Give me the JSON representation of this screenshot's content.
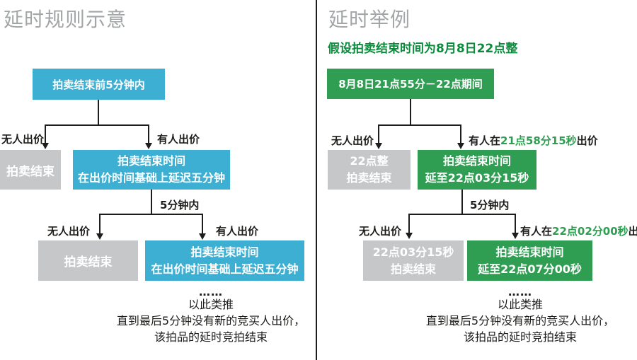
{
  "colors": {
    "blue_box": "#3cafd3",
    "green_box": "#2f9e52",
    "subtitle_green": "#0c8b3d",
    "inline_time_green": "#2f9e52",
    "gray_box": "#c6c7c9",
    "title_gray": "#a2a6a7",
    "line_black": "#1d1d1b"
  },
  "left": {
    "title": "延时规则示意",
    "box_start": "拍卖结束前5分钟内",
    "label_no_bid": "无人出价",
    "label_bid": "有人出价",
    "label_within_5min": "5分钟内",
    "row2": {
      "gray": "拍卖结束",
      "blue_line1": "拍卖结束时间",
      "blue_line2": "在出价时间基础上延迟五分钟"
    },
    "row3": {
      "gray": "拍卖结束",
      "blue_line1": "拍卖结束时间",
      "blue_line2": "在出价时间基础上延迟五分钟"
    },
    "footer": {
      "dots": "……",
      "line1": "以此类推",
      "line2": "直到最后5分钟没有新的竞买人出价，",
      "line3": "该拍品的延时竞拍结束"
    }
  },
  "right": {
    "title": "延时举例",
    "subtitle": "假设拍卖结束时间为8月8日22点整",
    "box_start": "8月8日21点55分－22点期间",
    "label_no_bid": "无人出价",
    "label_within_5min": "5分钟内",
    "row2": {
      "bid_prefix": "有人在",
      "bid_time": "21点58分15秒",
      "bid_suffix": "出价",
      "gray_line1": "22点整",
      "gray_line2": "拍卖结束",
      "green_line1": "拍卖结束时间",
      "green_line2": "延至22点03分15秒"
    },
    "row3": {
      "bid_prefix": "有人在",
      "bid_time": "22点02分00秒",
      "bid_suffix": "出价",
      "gray_line1": "22点03分15秒",
      "gray_line2": "拍卖结束",
      "green_line1": "拍卖结束时间",
      "green_line2": "延至22点07分00秒"
    },
    "footer": {
      "dots": "……",
      "line1": "以此类推",
      "line2": "直到最后5分钟没有新的竞买人出价，",
      "line3": "该拍品的延时竞拍结束"
    }
  }
}
